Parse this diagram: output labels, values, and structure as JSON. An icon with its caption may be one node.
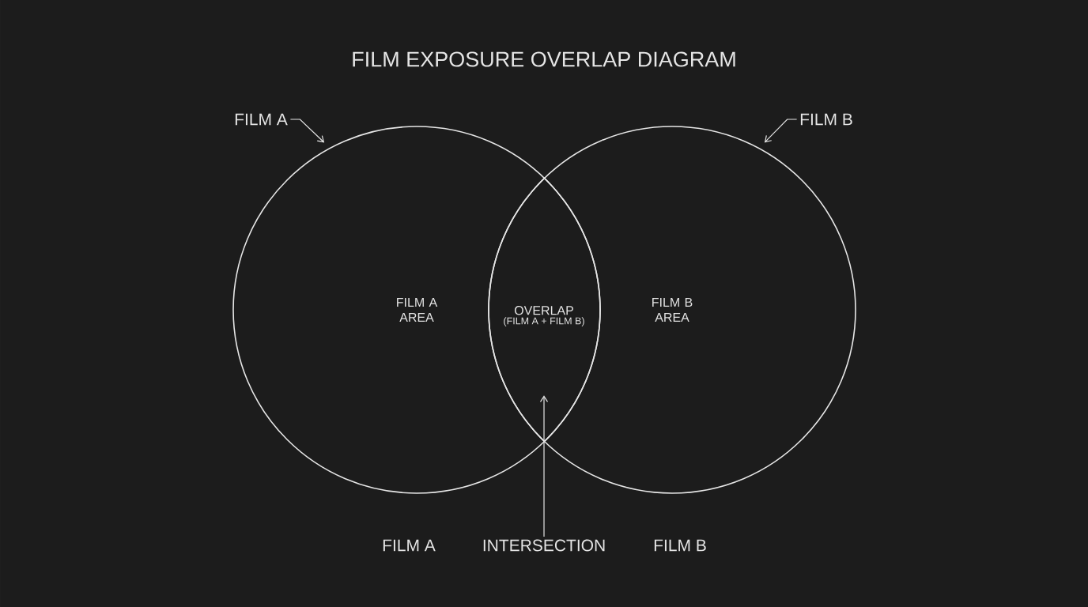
{
  "diagram": {
    "title": "FILM EXPOSURE OVERLAP DIAGRAM",
    "nodes": [
      {
        "text": [
          "FILM A AREA"
        ]
      },
      {
        "text": [
          "FILM B AREA"
        ]
      },
      {
        "text": [
          "OVERLAP",
          "(FILM A + FILM B)"
        ]
      },
      {
        "text": [
          "FILM A"
        ]
      },
      {
        "text": [
          "FILM B"
        ]
      },
      {
        "text": [
          "INTERSECTION"
        ]
      }
    ],
    "edges": [
      {
        "from": 3,
        "to": 0,
        "arrow": "to"
      },
      {
        "from": 4,
        "to": 1,
        "arrow": "to"
      },
      {
        "from": 5,
        "to": 2,
        "arrow": "to"
      }
    ],
    "labels": [
      "FILM A",
      "FILM B"
    ]
  }
}
